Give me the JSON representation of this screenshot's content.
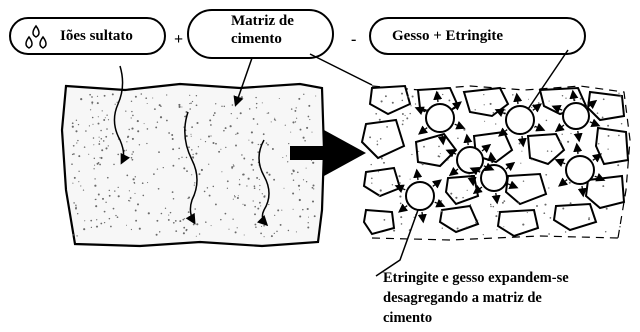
{
  "labels": {
    "sulfate_ions": "Iões sultato",
    "cement_matrix_line1": "Matriz de",
    "cement_matrix_line2": "cimento",
    "gypsum_ettringite": "Gesso + Etringite",
    "caption_line1": "Etringite e gesso expandem-se",
    "caption_line2": "desagregando a matriz de",
    "caption_line3": "cimento"
  },
  "operators": {
    "plus": "+",
    "minus": "-"
  },
  "colors": {
    "ink": "#000000",
    "paper": "#ffffff",
    "speckle": "#6a6a6a"
  }
}
